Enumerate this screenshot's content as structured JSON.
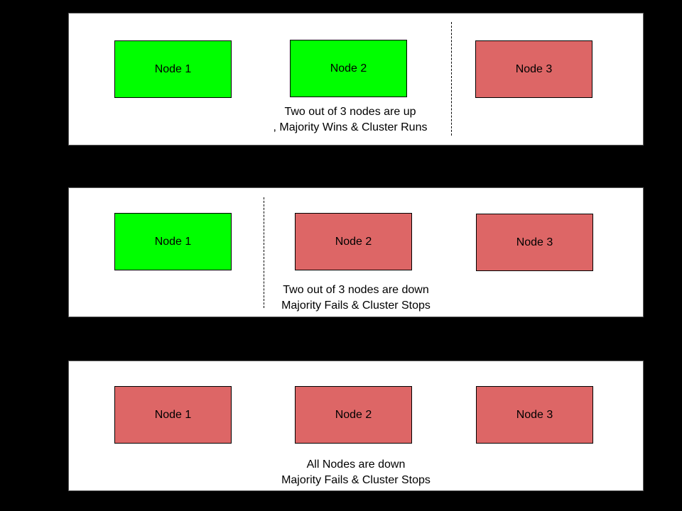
{
  "colors": {
    "background": "#000000",
    "panel_background": "#ffffff",
    "panel_border": "#595959",
    "node_border": "#000000",
    "node_up": "#00ff00",
    "node_down": "#dd6666",
    "text": "#000000"
  },
  "panels": [
    {
      "id": "two-nodes-up",
      "nodes": [
        {
          "label": "Node 1",
          "status": "up"
        },
        {
          "label": "Node 2",
          "status": "up"
        },
        {
          "label": "Node 3",
          "status": "down"
        }
      ],
      "caption_line1": "Two out of 3 nodes are up",
      "caption_line2": ", Majority Wins & Cluster Runs",
      "has_divider": true
    },
    {
      "id": "two-nodes-down",
      "nodes": [
        {
          "label": "Node 1",
          "status": "up"
        },
        {
          "label": "Node 2",
          "status": "down"
        },
        {
          "label": "Node 3",
          "status": "down"
        }
      ],
      "caption_line1": "Two out of 3 nodes are down",
      "caption_line2": "Majority Fails & Cluster Stops",
      "has_divider": true
    },
    {
      "id": "all-nodes-down",
      "nodes": [
        {
          "label": "Node 1",
          "status": "down"
        },
        {
          "label": "Node 2",
          "status": "down"
        },
        {
          "label": "Node 3",
          "status": "down"
        }
      ],
      "caption_line1": "All Nodes are down",
      "caption_line2": "Majority Fails & Cluster Stops",
      "has_divider": false
    }
  ]
}
